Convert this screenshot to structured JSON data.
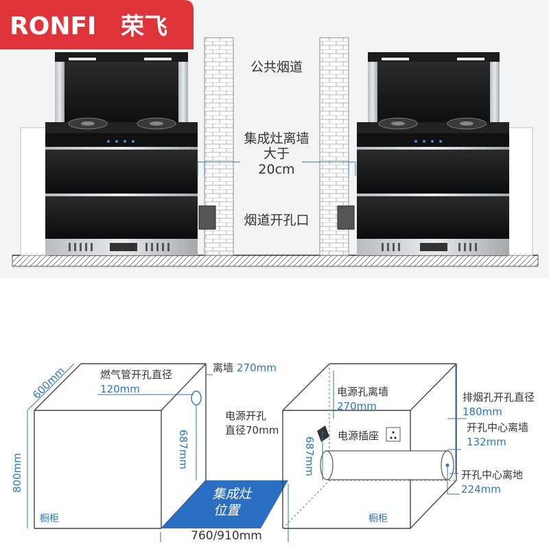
{
  "brand": {
    "name": "RONFI",
    "cn": "荣飞",
    "color": "#e0343b"
  },
  "top_panel": {
    "label_flue": "公共烟道",
    "label_wall_distance_line1": "集成灶离墙",
    "label_wall_distance_line2": "大于",
    "label_wall_distance_line3": "20cm",
    "label_flue_opening": "烟道开孔口"
  },
  "bottom_left": {
    "depth": "600mm",
    "height": "800mm",
    "gas_pipe_label": "燃气管开孔直径",
    "gas_pipe_value": "120mm",
    "wall_label": "离墙",
    "wall_value": "270mm",
    "vertical_dim": "687mm",
    "stove_label_line1": "集成灶",
    "stove_label_line2": "位置",
    "cabinet_label": "橱柜",
    "width_dim": "760/910mm"
  },
  "bottom_right": {
    "power_hole_wall_label": "电源孔离墙",
    "power_hole_wall_value": "270mm",
    "power_hole_label_line1": "电源开孔",
    "power_hole_label_line2": "直径70mm",
    "socket_label": "电源插座",
    "vertical_dim": "687mm",
    "exhaust_label": "排烟孔开孔直径",
    "exhaust_value": "180mm",
    "center_wall_label": "开孔中心离墙",
    "center_wall_value": "132mm",
    "center_floor_label": "开孔中心离地",
    "center_floor_value": "224mm",
    "cabinet_label": "橱柜"
  },
  "colors": {
    "accent_blue": "#2a76c6",
    "stove_blue": "#2a6fc4",
    "panel_bg": "#f4f4f4"
  }
}
